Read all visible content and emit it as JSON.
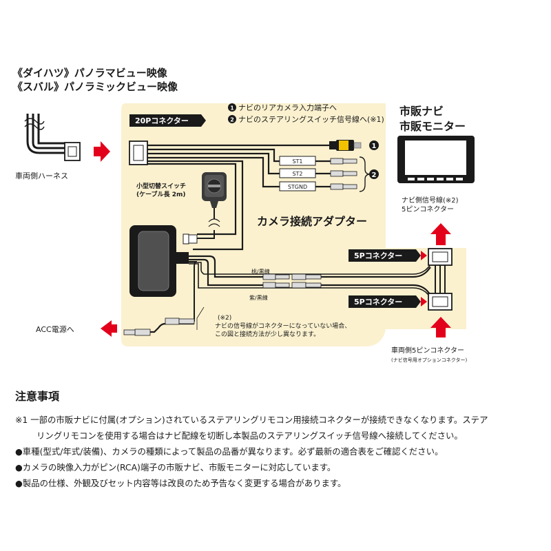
{
  "title": {
    "line1": "《ダイハツ》パノラマビュー映像",
    "line2": "《スバル》パノラミックビュー映像"
  },
  "labels": {
    "vehicle_harness": "車両側ハーネス",
    "connector_20p": "20Pコネクター",
    "legend_1": "ナビのリアカメラ入力端子へ",
    "legend_2": "ナビのステアリングスイッチ信号線へ(※1)",
    "marker_1": "1",
    "marker_2": "2",
    "st1": "ST1",
    "st2": "ST2",
    "stgnd": "STGND",
    "switch_line1": "小型切替スイッチ",
    "switch_line2": "(ケーブル長 2m)",
    "adapter": "カメラ接続アダプター",
    "wire_pink": "桃/黒線",
    "wire_purple": "紫/黒線",
    "connector_5p_top": "5Pコネクター",
    "connector_5p_bottom": "5Pコネクター",
    "acc": "ACC電源へ",
    "note2_mark": "(※2)",
    "note2_line1": "ナビの信号線がコネクターになっていない場合、",
    "note2_line2": "この図と接続方法が少し異なります。",
    "navi_line1": "市販ナビ",
    "navi_line2": "市販モニター",
    "navi_signal_line1": "ナビ側信号線(※2)",
    "navi_signal_line2": "5ピンコネクター",
    "vehicle_5pin_line1": "車両側5ピンコネクター",
    "vehicle_5pin_line2": "(ナビ信号用オプションコネクター)"
  },
  "notes": {
    "heading": "注意事項",
    "n1_line1": "※1 一部の市販ナビに付属(オプション)されているステアリングリモコン用接続コネクターが接続できなくなります。ステア",
    "n1_line2": "リングリモコンを使用する場合はナビ配線を切断し本製品のステアリングスイッチ信号線へ接続してください。",
    "n2": "●車種(型式/年式/装備)、カメラの種類によって製品の品番が異なります。必ず最新の適合表をご確認ください。",
    "n3": "●カメラの映像入力がピン(RCA)端子の市販ナビ、市販モニターに対応しています。",
    "n4": "●製品の仕様、外観及びセット内容等は改良のため予告なく変更する場合があります。"
  },
  "colors": {
    "panel": "#fbf1cf",
    "arrow": "#e3001b",
    "dark": "#1a1a1a",
    "rca_yellow": "#f2c200",
    "rca_red": "#d8261f"
  }
}
